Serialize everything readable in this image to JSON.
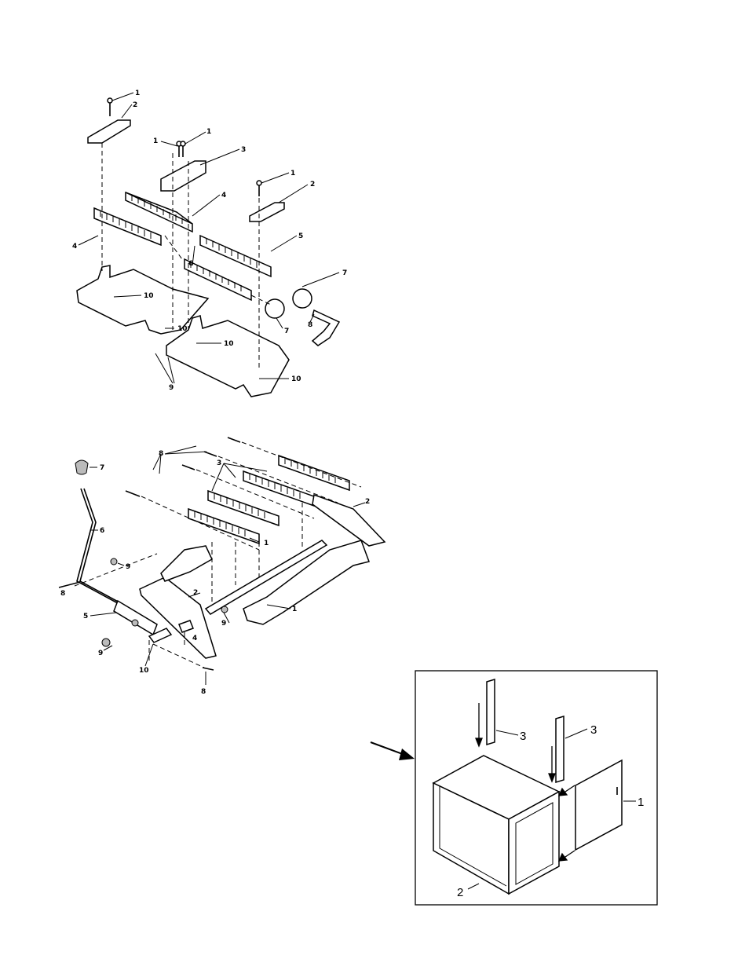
{
  "figure_top": {
    "callouts": [
      "1",
      "2",
      "1",
      "1",
      "3",
      "4",
      "4",
      "1",
      "2",
      "5",
      "6",
      "7",
      "7",
      "8",
      "10",
      "10",
      "10",
      "9",
      "10"
    ]
  },
  "figure_middle": {
    "callouts": [
      "7",
      "6",
      "8",
      "3",
      "2",
      "1",
      "9",
      "8",
      "2",
      "4",
      "9",
      "1",
      "5",
      "9",
      "10",
      "8"
    ]
  },
  "figure_bottom": {
    "callouts": [
      "3",
      "3",
      "1",
      "2"
    ]
  },
  "icons": [
    "pointer-arrow-icon"
  ]
}
